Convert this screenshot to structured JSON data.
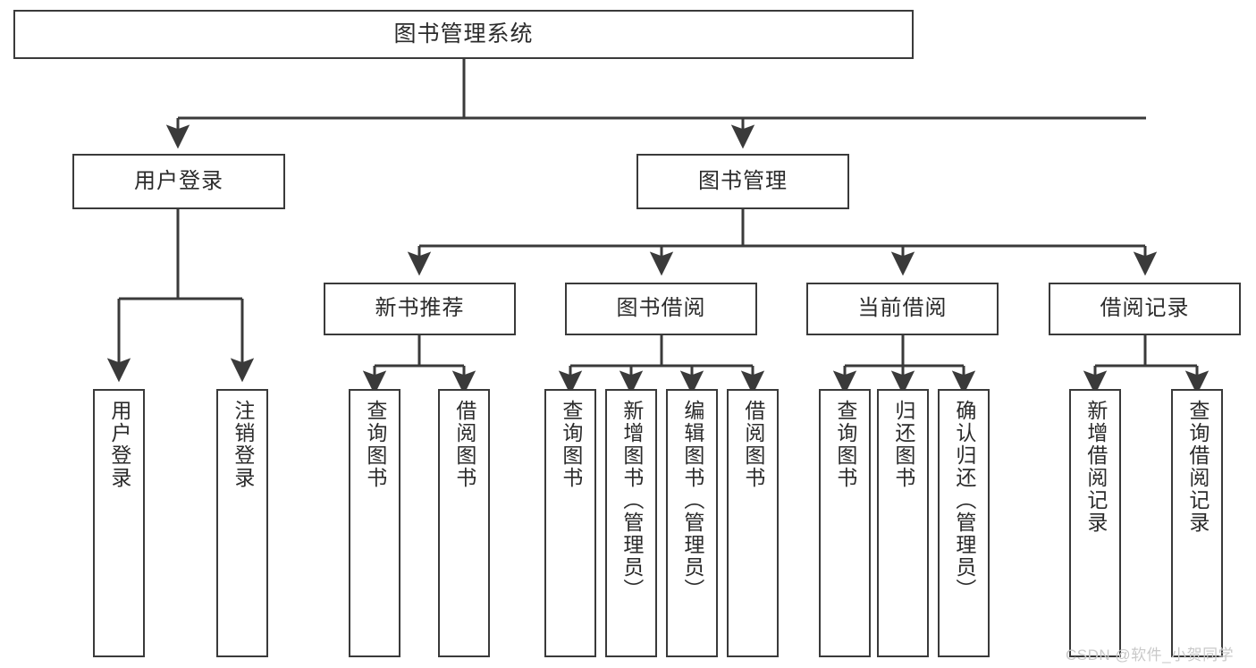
{
  "diagram": {
    "title": "图书管理系统",
    "type": "tree-hierarchy",
    "watermark": "CSDN @软件_小贺同学",
    "colors": {
      "box_border": "#3a3a3a",
      "box_fill": "#ffffff",
      "edge": "#3a3a3a",
      "text": "#2b2b2b",
      "watermark": "#c9c9c9"
    },
    "nodes": {
      "root": {
        "label": "图书管理系统"
      },
      "level1": [
        {
          "label": "用户登录"
        },
        {
          "label": "图书管理"
        }
      ],
      "level2": [
        {
          "label": "新书推荐"
        },
        {
          "label": "图书借阅"
        },
        {
          "label": "当前借阅"
        },
        {
          "label": "借阅记录"
        }
      ],
      "leaves": {
        "user_login": [
          {
            "label": "用户登录"
          },
          {
            "label": "注销登录"
          }
        ],
        "new_book_recommend": [
          {
            "label": "查询图书"
          },
          {
            "label": "借阅图书"
          }
        ],
        "book_borrow": [
          {
            "label": "查询图书"
          },
          {
            "label": "新增图书（管理员）"
          },
          {
            "label": "编辑图书（管理员）"
          },
          {
            "label": "借阅图书"
          }
        ],
        "current_borrow": [
          {
            "label": "查询图书"
          },
          {
            "label": "归还图书"
          },
          {
            "label": "确认归还（管理员）"
          }
        ],
        "borrow_record": [
          {
            "label": "新增借阅记录"
          },
          {
            "label": "查询借阅记录"
          }
        ]
      }
    }
  }
}
